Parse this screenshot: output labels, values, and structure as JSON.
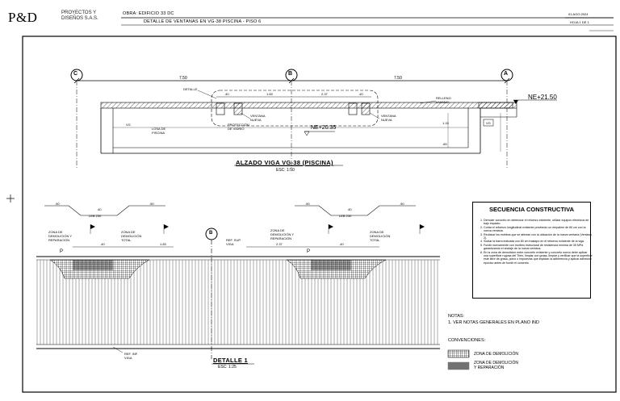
{
  "header": {
    "logo_mark": "P&D",
    "logo_line1": "PROYECTOS Y",
    "logo_line2": "DISEÑOS S.A.S.",
    "obra": "OBRA: EDIFICIO 33 DC",
    "detalle": "DETALLE DE VENTANAS EN VG-38 PISCINA - PISO 6",
    "fecha": "01.AGO.2024",
    "hoja": "HOJA 1 DE 1"
  },
  "elevation": {
    "axes": [
      "C",
      "B",
      "A"
    ],
    "dim_left": "7.50",
    "dim_right": "7.50",
    "level_top": "NE+21.50",
    "level_mid": "NE+20.35",
    "callout_detalle": "DETALLE",
    "callout_relleno": "RELLENO\nLIVIANO",
    "callout_losa": "LOSA DE\nPISCINA",
    "callout_proteccion": "PROTECCIÓN\nDE VIDRIO",
    "ventana1": "VENTANA\nNUEVA",
    "ventana2": "VENTANA\nNUEVA",
    "dims_top": [
      ".40",
      "1.83",
      "2.37",
      ".40"
    ],
    "dim_vert1": "1.15",
    "dim_vert2": ".65",
    "vg": "VG",
    "title": "ALZADO VIGA VG-38 (PISCINA)",
    "scale": "ESC:  1:50"
  },
  "detail": {
    "axis": "B",
    "dims_top_left": [
      ".90",
      ".40",
      ".90"
    ],
    "dims_top_right": [
      ".90",
      ".40",
      ".90"
    ],
    "ref_left": "LEB 230",
    "ref_right": "LEB 230",
    "zona1": "ZONA DE\nDEMOLICIÓN Y\nREPARACIÓN",
    "zona2": "ZONA DE\nDEMOLICIÓN\nTOTAL",
    "zona3": "ZONA DE\nDEMOLICIÓN Y\nREPARACIÓN",
    "zona4": "ZONA DE\nDEMOLICIÓN\nTOTAL",
    "ref_sup": "REF. SUP.\nVIGA",
    "ref_inf": "REF. INF.\nVIGA",
    "dim_40a": ".40",
    "dim_183": "1.83",
    "dim_237": "2.37",
    "dim_40b": ".40",
    "label_p1": "P",
    "label_p2": "P",
    "title": "DETALLE 1",
    "scale": "ESC:  1:25"
  },
  "secuencia": {
    "title": "SECUENCIA CONSTRUCTIVA",
    "steps": [
      "Demoler concreto en deteriorar el refuerzo existente, utilizar equipos eléctricos de bajo impacto.",
      "Cortar el refuerzo longitudinal existente previendo un empalme de 60 cm con la nueva ventana.",
      "Reubicar los estribos que se afectan con la ubicación de la nueva ventana (Ventana 2).",
      "Soldar la barra indicada con 80 cm traslapo en el refuerzo existente de la viga.",
      "Fundir nuevamente con mortero estructural de resistencia mínima de 35 MPa garantizando el anclaje de la nueva ventana.",
      "En la zona de demolición entre concreto existente y concreto nuevo debe aplicar una superficie rugosa del Tirrin, limpiar con grasa, limpiar y verificar que la superficie esté libre de grasa, polvo o impurezas que impidan la adherencia y aplicar adhesivo epóxico antes de fundir el concreto."
    ]
  },
  "notas": {
    "title": "NOTAS:",
    "item": "1. VER NOTAS GENERALES EN PLANO IND",
    "conv_title": "CONVENCIONES:",
    "conv1": "ZONA DE DEMOLICIÓN",
    "conv2": "ZONA DE DEMOLICIÓN\nY REPARACIÓN"
  }
}
